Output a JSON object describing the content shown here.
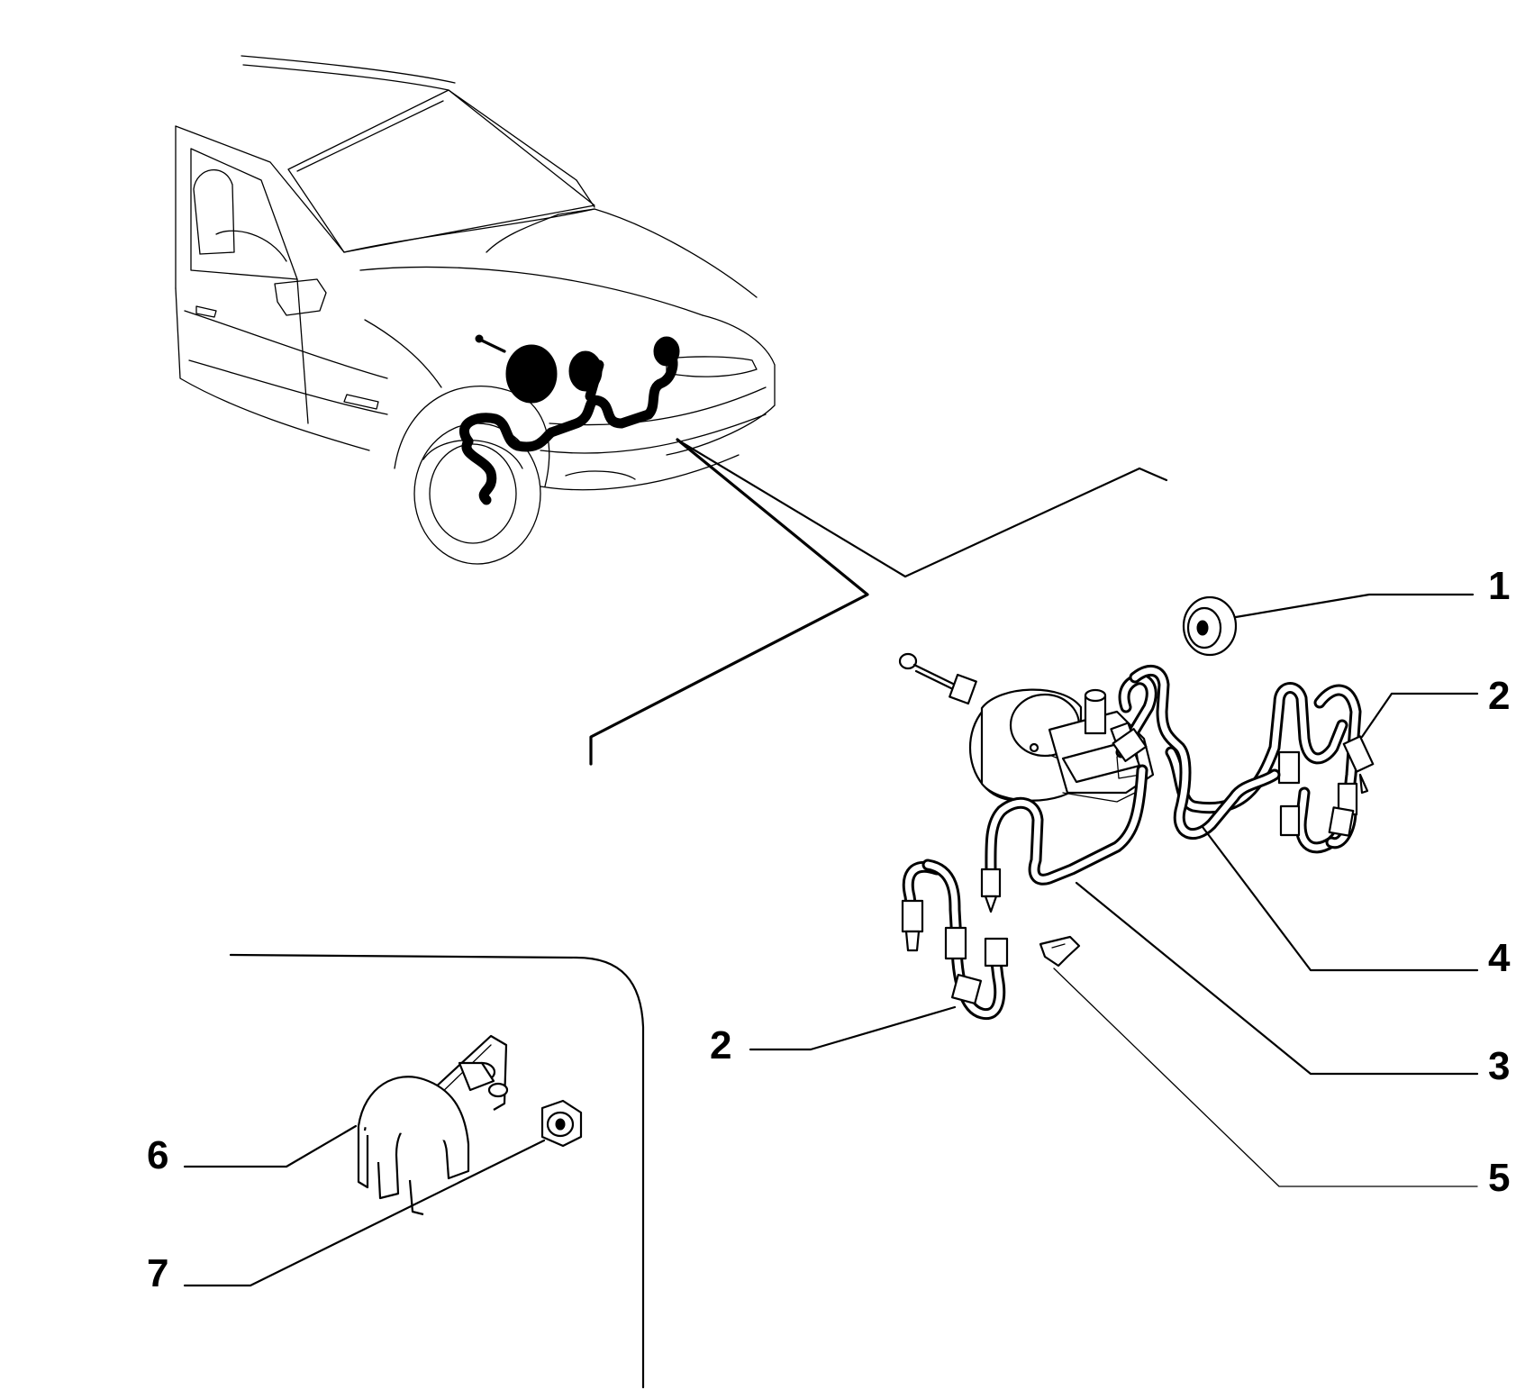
{
  "callouts": [
    {
      "label": "1",
      "part": "grommet"
    },
    {
      "label": "2",
      "part": "brake-pipe-rear"
    },
    {
      "label": "2",
      "part": "brake-pipe-front"
    },
    {
      "label": "4",
      "part": "brake-pipe-right"
    },
    {
      "label": "3",
      "part": "brake-pipe-left"
    },
    {
      "label": "5",
      "part": "pipe-clip"
    },
    {
      "label": "6",
      "part": "bracket"
    },
    {
      "label": "7",
      "part": "nut"
    }
  ]
}
